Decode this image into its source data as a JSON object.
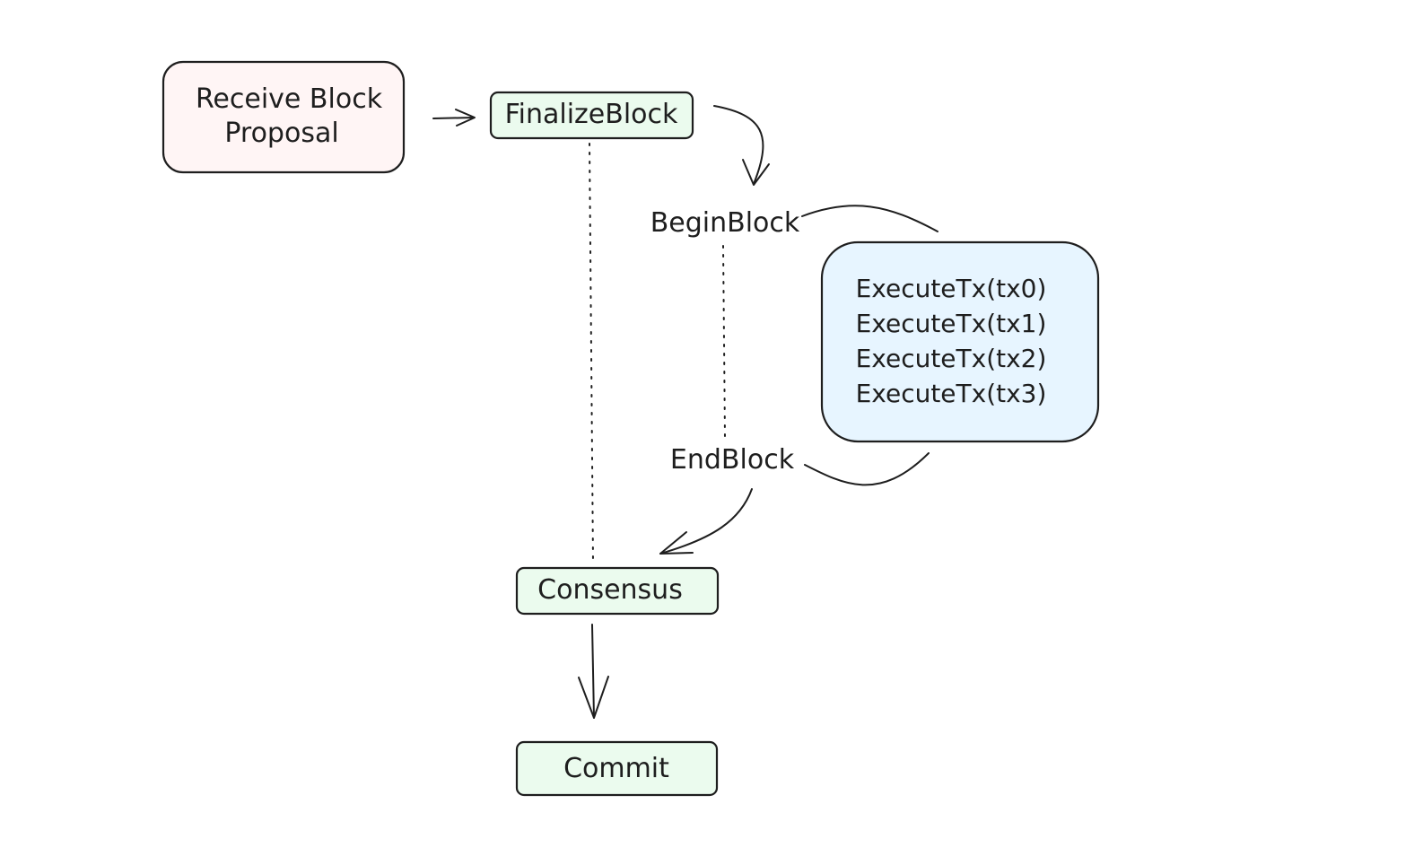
{
  "nodes": {
    "receive": {
      "line1": "Receive Block",
      "line2": "Proposal",
      "fill": "#fff5f5"
    },
    "finalize": {
      "label": "FinalizeBlock",
      "fill": "#ebfbee"
    },
    "begin": {
      "label": "BeginBlock"
    },
    "end": {
      "label": "EndBlock"
    },
    "txs": {
      "fill": "#e7f5ff",
      "items": [
        "ExecuteTx(tx0)",
        "ExecuteTx(tx1)",
        "ExecuteTx(tx2)",
        "ExecuteTx(tx3)"
      ]
    },
    "consensus": {
      "label": "Consensus",
      "fill": "#ebfbee"
    },
    "commit": {
      "label": "Commit",
      "fill": "#ebfbee"
    }
  },
  "colors": {
    "stroke": "#1e1e1e",
    "green": "#ebfbee",
    "pink": "#fff5f5",
    "blue": "#e7f5ff"
  }
}
